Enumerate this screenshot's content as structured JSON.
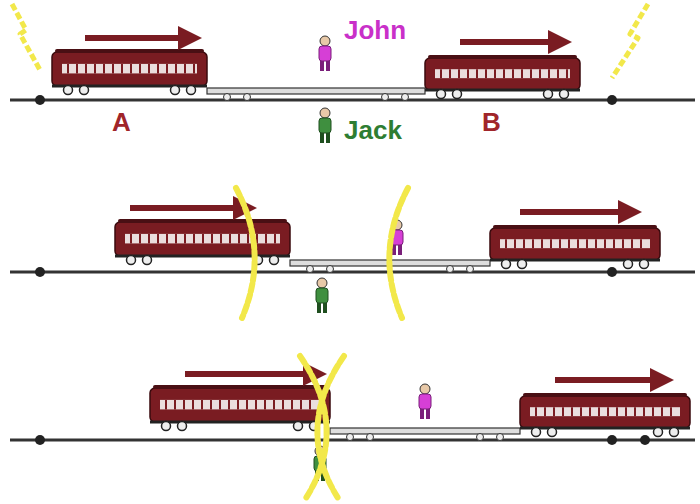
{
  "diagram": {
    "labels": [
      "John",
      "Jack",
      "A",
      "B"
    ]
  }
}
